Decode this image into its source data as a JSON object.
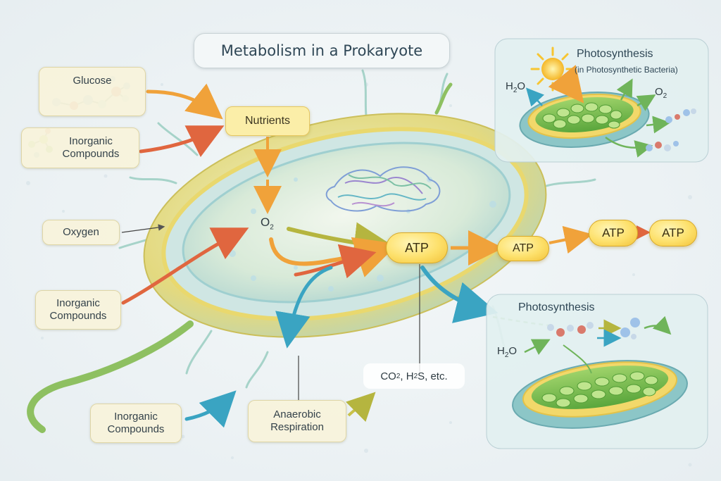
{
  "title": "Metabolism in a Prokaryote",
  "inputs": {
    "glucose": "Glucose",
    "inorganic_top": "Inorganic Compounds",
    "oxygen": "Oxygen",
    "inorganic_mid": "Inorganic Compounds",
    "inorganic_bottom": "Inorganic Compounds"
  },
  "cell": {
    "nutrients": "Nutrients",
    "o2_main": "O",
    "o2_sub": "2",
    "atp_center": "ATP",
    "atp_2": "ATP",
    "atp_3": "ATP",
    "atp_4": "ATP",
    "anaerobic": "Anaerobic Respiration",
    "byproducts_a": "CO",
    "byproducts_a_sub": "2",
    "byproducts_b": ", H",
    "byproducts_b_sub": "2",
    "byproducts_c": "S, etc."
  },
  "panel_top": {
    "title": "Photosynthesis",
    "subtitle": "(in Photosynthetic Bacteria)",
    "h2o_main": "H",
    "h2o_sub": "2",
    "h2o_end": "O",
    "o2_main": "O",
    "o2_sub": "2"
  },
  "panel_bottom": {
    "title": "Photosynthesis",
    "h2o_main": "H",
    "h2o_sub": "2",
    "h2o_end": "O"
  },
  "colors": {
    "arrow_orange": "#f2a93b",
    "arrow_red": "#e26a4a",
    "arrow_teal": "#3ba7c4",
    "arrow_olive": "#b8b84a",
    "cell_membrane_yellow": "#e9d86e",
    "cell_inner_teal": "#8fc6c9",
    "chloroplast_green": "#7cc44a",
    "sun": "#f7c531"
  },
  "icons": [
    "sun-icon",
    "molecule-icon",
    "dna-icon",
    "chloroplast-icon"
  ]
}
